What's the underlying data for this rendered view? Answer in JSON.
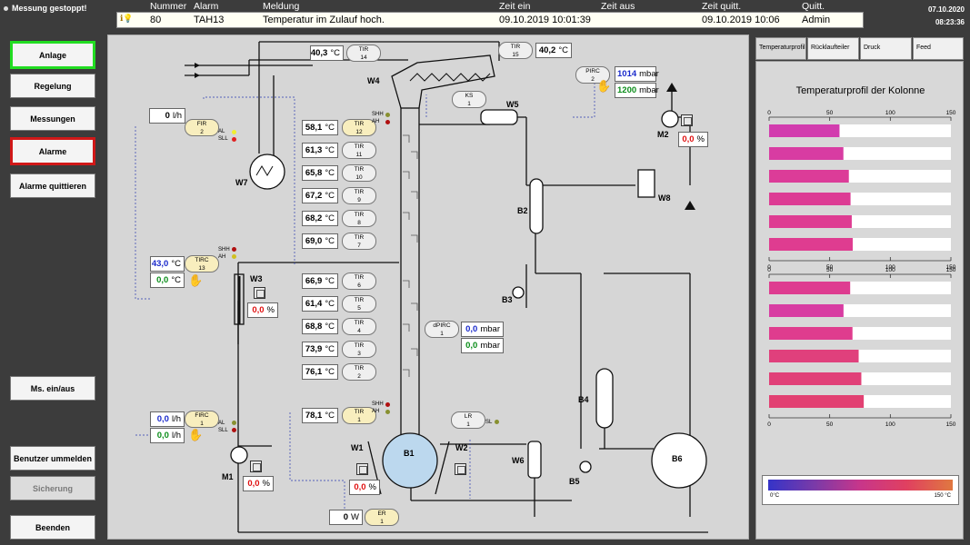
{
  "header": {
    "status": "Messung gestoppt!",
    "date": "07.10.2020",
    "time": "08:23:36",
    "columns": [
      "Nummer",
      "Alarm",
      "Meldung",
      "Zeit ein",
      "Zeit aus",
      "Zeit quitt.",
      "Quitt."
    ],
    "alarm": {
      "nummer": "80",
      "alarm": "TAH13",
      "meldung": "Temperatur im Zulauf hoch.",
      "zeit_ein": "09.10.2019 10:01:39",
      "zeit_aus": "",
      "zeit_quitt": "09.10.2019 10:06",
      "quitt": "Admin"
    }
  },
  "sidebar": {
    "anlage": "Anlage",
    "regelung": "Regelung",
    "messungen": "Messungen",
    "alarme": "Alarme",
    "alarme_quittieren": "Alarme quittieren",
    "ms_ein_aus": "Ms. ein/aus",
    "benutzer": "Benutzer ummelden",
    "sicherung": "Sicherung",
    "beenden": "Beenden"
  },
  "process": {
    "tir14": {
      "value": "40,3",
      "unit": "°C",
      "tag": "TIR",
      "num": "14"
    },
    "tir15": {
      "value": "40,2",
      "unit": "°C",
      "tag": "TIR",
      "num": "15"
    },
    "pirc": {
      "tag": "PIRC",
      "num": "2",
      "v1": "1014",
      "v2": "1200",
      "unit": "mbar"
    },
    "ks": {
      "tag": "KS",
      "num": "1"
    },
    "fir": {
      "value": "0",
      "unit": "l/h",
      "tag": "FIR",
      "num": "2"
    },
    "tirc13": {
      "v1": "43,0",
      "v2": "0,0",
      "unit": "°C",
      "tag": "TIRC",
      "num": "13"
    },
    "firc": {
      "v1": "0,0",
      "v2": "0,0",
      "unit": "l/h",
      "tag": "FIRC",
      "num": "1"
    },
    "dpirc": {
      "tag": "dPIRC",
      "num": "1",
      "v1": "0,0",
      "v2": "0,0",
      "unit": "mbar"
    },
    "lr": {
      "tag": "LR",
      "num": "1"
    },
    "er": {
      "value": "0",
      "unit": "W",
      "tag": "ER",
      "num": "1"
    },
    "w3_pct": {
      "value": "0,0",
      "unit": "%"
    },
    "m1_pct": {
      "value": "0,0",
      "unit": "%"
    },
    "m2_pct": {
      "value": "0,0",
      "unit": "%"
    },
    "w1_pct": {
      "value": "0,0",
      "unit": "%"
    },
    "tirs": [
      {
        "value": "58,1",
        "tag": "TIR",
        "num": "12"
      },
      {
        "value": "61,3",
        "tag": "TIR",
        "num": "11"
      },
      {
        "value": "65,8",
        "tag": "TIR",
        "num": "10"
      },
      {
        "value": "67,2",
        "tag": "TIR",
        "num": "9"
      },
      {
        "value": "68,2",
        "tag": "TIR",
        "num": "8"
      },
      {
        "value": "69,0",
        "tag": "TIR",
        "num": "7"
      },
      {
        "value": "66,9",
        "tag": "TIR",
        "num": "6"
      },
      {
        "value": "61,4",
        "tag": "TIR",
        "num": "5"
      },
      {
        "value": "68,8",
        "tag": "TIR",
        "num": "4"
      },
      {
        "value": "73,9",
        "tag": "TIR",
        "num": "3"
      },
      {
        "value": "76,1",
        "tag": "TIR",
        "num": "2"
      }
    ],
    "tir1": {
      "value": "78,1",
      "tag": "TIR",
      "num": "1"
    },
    "unit_c": "°C",
    "labels": {
      "w4": "W4",
      "w5": "W5",
      "w7": "W7",
      "w3": "W3",
      "m1": "M1",
      "m2": "M2",
      "w8": "W8",
      "b2": "B2",
      "b3": "B3",
      "b4": "B4",
      "b5": "B5",
      "b6": "B6",
      "b1": "B1",
      "w1": "W1",
      "w2": "W2",
      "w6": "W6"
    },
    "small": {
      "shh": "SHH",
      "ah": "AH",
      "al": "AL",
      "sll": "SLL",
      "sl": "SL"
    }
  },
  "right_tabs": [
    "Temperaturprofil",
    "Rücklaufteiler",
    "Druck",
    "Feed"
  ],
  "chart_data": {
    "type": "bar",
    "title": "Temperaturprofil der Kolonne",
    "orientation": "horizontal",
    "xlim": [
      0,
      150
    ],
    "ticks": [
      "0",
      "50",
      "100",
      "150"
    ],
    "groups": [
      {
        "values": [
          58.1,
          61.3,
          65.8,
          67.2,
          68.2,
          69.0
        ]
      },
      {
        "values": [
          66.9,
          61.4,
          68.8,
          73.9,
          76.1,
          78.1
        ]
      }
    ],
    "legend": {
      "min": "0°C",
      "max": "150 °C"
    }
  }
}
